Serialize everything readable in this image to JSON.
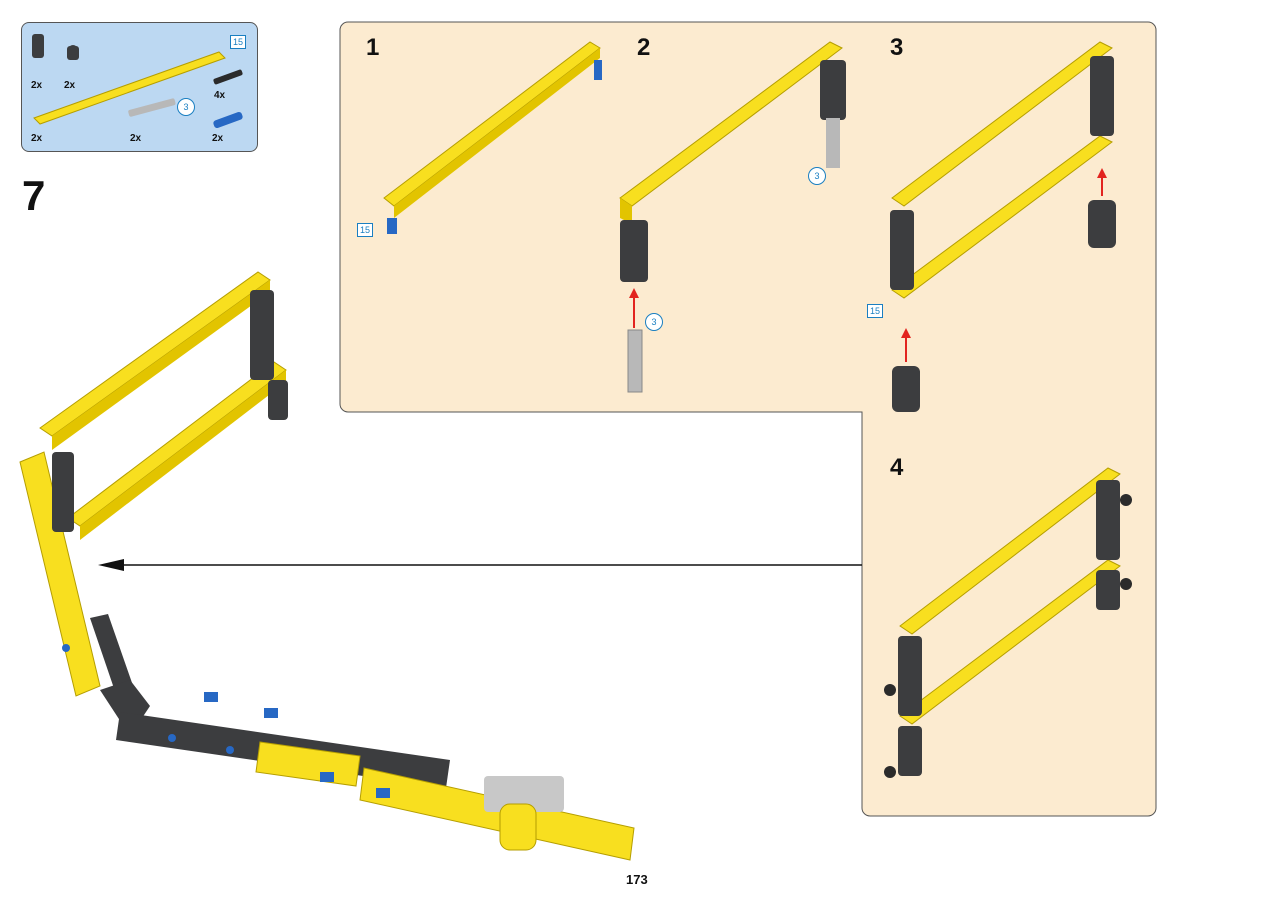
{
  "page": {
    "number": "173"
  },
  "parts_list": {
    "items": [
      {
        "name": "connector-black",
        "qty": "2x"
      },
      {
        "name": "angle-connector-black",
        "qty": "2x"
      },
      {
        "name": "beam-yellow-15",
        "qty": "2x",
        "length": "15"
      },
      {
        "name": "axle-grey-3",
        "qty": "2x",
        "length": "3"
      },
      {
        "name": "pin-black-long",
        "qty": "4x"
      },
      {
        "name": "pin-blue",
        "qty": "2x"
      }
    ]
  },
  "main_step": {
    "number": "7"
  },
  "substeps": [
    {
      "number": "1",
      "callout": "15"
    },
    {
      "number": "2",
      "callout": "3",
      "callout2": "3"
    },
    {
      "number": "3",
      "callout": "15"
    },
    {
      "number": "4"
    }
  ],
  "colors": {
    "panel": "#fcebd0",
    "parts_box": "#bcd8f2",
    "beam_yellow": "#f8df1f",
    "connector_dark": "#3c3d3f",
    "arrow_red": "#e2241f",
    "pin_blue": "#2768c4",
    "callout_blue": "#1a7fc1"
  }
}
